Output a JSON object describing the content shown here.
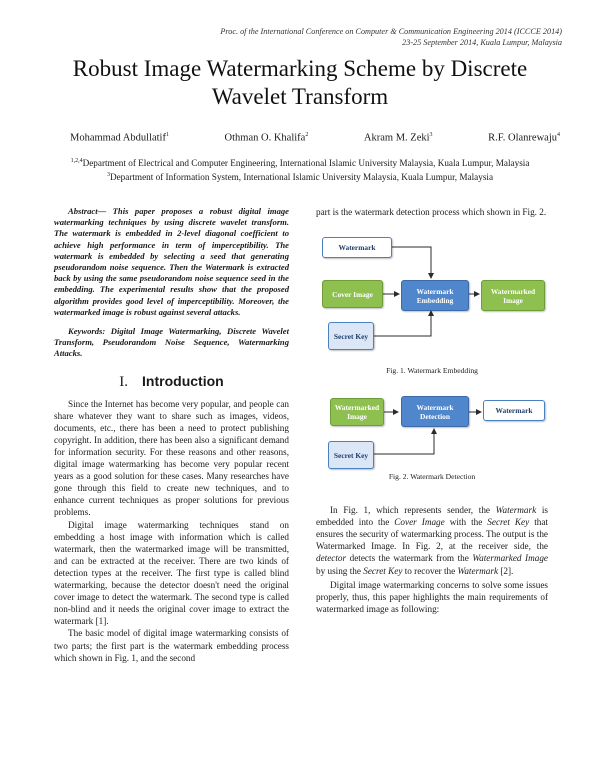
{
  "header": {
    "line1": "Proc. of the International Conference on Computer & Communication Engineering 2014 (ICCCE 2014)",
    "line2": "23-25 September 2014, Kuala Lumpur, Malaysia"
  },
  "title": {
    "line1": "Robust Image Watermarking Scheme by Discrete",
    "line2": "Wavelet Transform"
  },
  "authors": [
    {
      "name": "Mohammad Abdullatif",
      "sup": "1"
    },
    {
      "name": "Othman O. Khalifa",
      "sup": "2"
    },
    {
      "name": "Akram M. Zeki",
      "sup": "3"
    },
    {
      "name": "R.F. Olanrewaju",
      "sup": "4"
    }
  ],
  "affiliations": {
    "line1_sup": "1,2,4",
    "line1": "Department of Electrical and Computer Engineering, International Islamic University Malaysia, Kuala Lumpur,  Malaysia",
    "line2_sup": "3",
    "line2": "Department of Information System, International Islamic University Malaysia, Kuala Lumpur,  Malaysia"
  },
  "abstract": "Abstract— This paper proposes a robust digital image watermarking techniques by using discrete wavelet transform. The watermark is embedded in 2-level diagonal coefficient to achieve high performance in term of imperceptibility. The watermark is embedded by selecting  a seed that generating pseudorandom noise sequence. Then the Watermark is extracted back by using the same pseudorandom noise sequence seed in the embedding. The experimental results show that the proposed algorithm provides good level of imperceptibility. Moreover, the watermarked image is robust against several attacks.",
  "keywords": "Keywords: Digital Image Watermarking, Discrete Wavelet Transform, Pseudorandom Noise Sequence, Watermarking Attacks.",
  "section1": {
    "number": "I.",
    "title": "Introduction",
    "p1": "Since the Internet has become very popular, and people can share whatever they want to share such as images, videos, documents, etc., there has been a need to protect publishing copyright. In addition, there has been also a significant demand for information security. For these reasons and other reasons, digital image watermarking has become very popular recent years as a good solution for these cases. Many researches have gone through this field to create new techniques, and to enhance current techniques as proper solutions for previous problems.",
    "p2": "Digital image watermarking techniques stand on embedding a host image with information which is called watermark, then the watermarked image will be transmitted, and can be extracted at the receiver. There are two kinds of detection types at the receiver. The first type is called blind watermarking, because the detector doesn't need the original cover image to detect the watermark. The second type is called non-blind and it needs the original cover image to extract the watermark [1].",
    "p3": "The basic model of digital image watermarking consists of two parts; the first part is the watermark embedding process which shown in Fig. 1, and the second"
  },
  "right_col": {
    "p_top": "part is the watermark detection process which shown in Fig. 2.",
    "fig1": {
      "watermark": "Watermark",
      "cover_image": "Cover Image",
      "embedding": "Watermark Embedding",
      "watermarked_image": "Watermarked Image",
      "secret_key": "Secret Key",
      "caption": "Fig. 1.   Watermark Embedding"
    },
    "fig2": {
      "watermarked_image": "Watermarked Image",
      "detection": "Watermark Detection",
      "watermark": "Watermark",
      "secret_key": "Secret Key",
      "caption": "Fig. 2.   Watermark Detection"
    },
    "p4_a": "In Fig. 1, which represents sender, the ",
    "p4_watermark": "Watermark",
    "p4_b": " is embedded into the ",
    "p4_cover": "Cover Image",
    "p4_c": " with the ",
    "p4_secret": "Secret Key",
    "p4_d": " that ensures the security of watermarking process. The output is the Watermarked Image. In Fig. 2, at the receiver side, the ",
    "p4_detector": "detector",
    "p4_e": " detects the watermark from the ",
    "p4_wmimage": "Watermarked Image",
    "p4_f": " by using the ",
    "p4_secret2": "Secret Key",
    "p4_g": " to recover the ",
    "p4_watermark2": "Watermark",
    "p4_h": " [2].",
    "p5": "Digital image watermarking concerns to solve some issues properly, thus, this paper highlights the main requirements of watermarked image as following:"
  }
}
